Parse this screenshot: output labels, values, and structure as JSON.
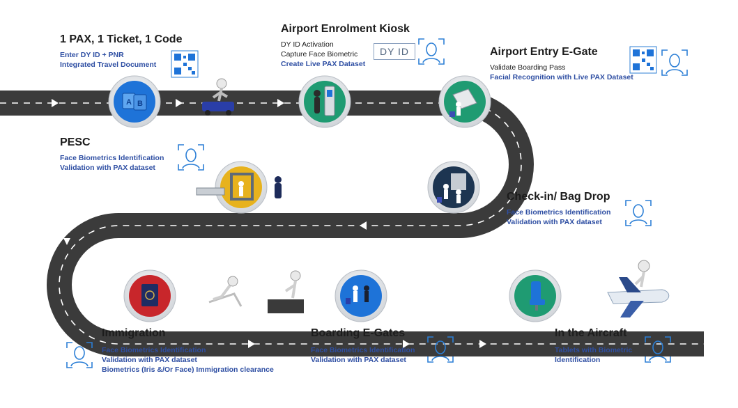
{
  "steps": [
    {
      "title": "1 PAX, 1 Ticket, 1 Code",
      "lines": [
        "Enter DY ID + PNR",
        "Integrated Travel Document"
      ],
      "icon": "ab-documents-icon"
    },
    {
      "title": "Airport Enrolment Kiosk",
      "lines": [
        "DY ID Activation",
        "Capture Face Biometric",
        "Create Live PAX Dataset"
      ],
      "badge": "DY ID",
      "icon": "kiosk-icon"
    },
    {
      "title": "Airport Entry E-Gate",
      "lines": [
        "Validate Boarding Pass",
        "Facial Recognition with Live PAX Dataset"
      ],
      "icon": "entry-gate-icon"
    },
    {
      "title": "Check-in/ Bag Drop",
      "lines": [
        "Face Biometrics Identification",
        "Validation with PAX dataset"
      ],
      "icon": "bag-drop-icon"
    },
    {
      "title": "PESC",
      "lines": [
        "Face Biometrics Identification",
        "Validation with PAX dataset"
      ],
      "icon": "security-scanner-icon"
    },
    {
      "title": "Immigration",
      "lines": [
        "Face Biometrics Identification",
        "Validation with PAX dataset",
        "Biometrics (Iris &/Or Face) Immigration clearance"
      ],
      "icon": "passport-icon"
    },
    {
      "title": "Boarding E-Gates",
      "lines": [
        "Face Biometrics Identification",
        "Validation with PAX dataset"
      ],
      "icon": "boarding-icon"
    },
    {
      "title": "In the Aircraft",
      "lines": [
        "Tablets with Biometric",
        "Identification"
      ],
      "icon": "aircraft-seat-icon"
    }
  ],
  "colors": {
    "road": "#3b3b3b",
    "road_dash": "#ffffff",
    "text_blue": "#2f4fa3",
    "blue_circle": "#1e73d8",
    "green_circle": "#1f9b72",
    "navy_circle": "#1d3551",
    "yellow_circle": "#e7b21d",
    "red_circle": "#c8262b"
  }
}
